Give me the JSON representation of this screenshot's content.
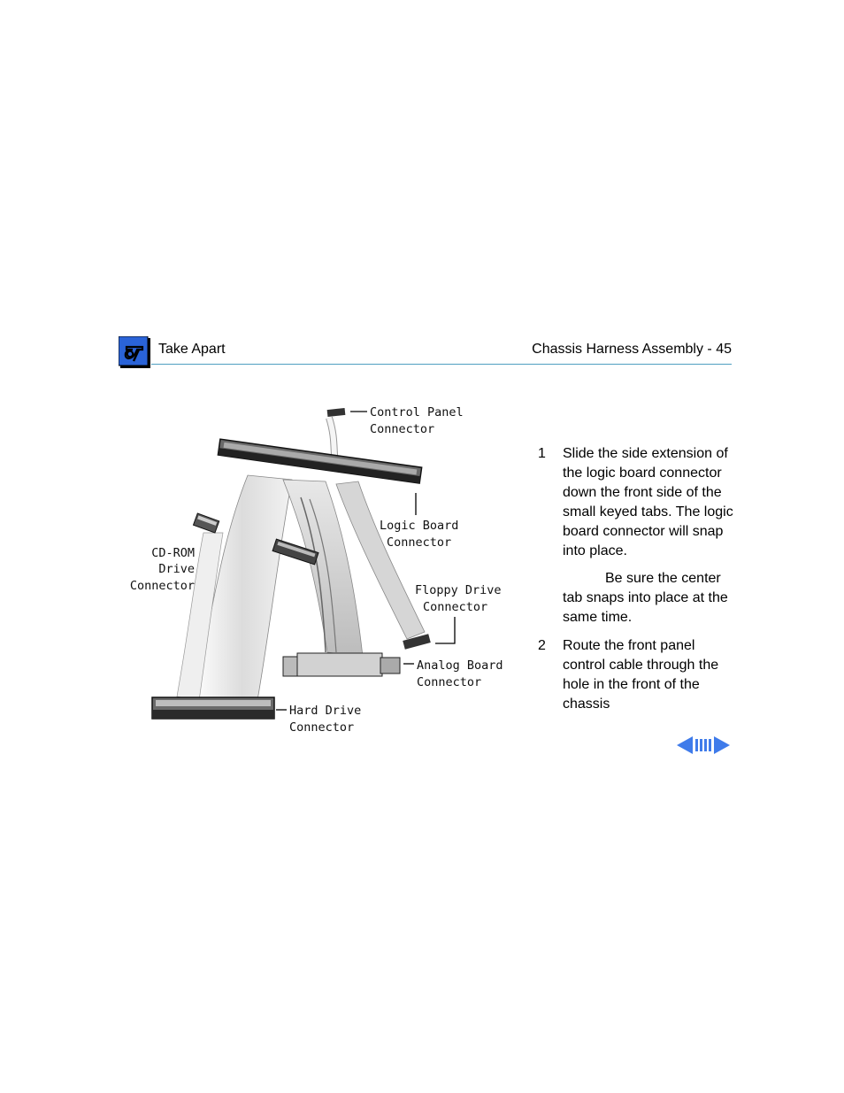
{
  "header": {
    "section": "Take Apart",
    "title": "Chassis Harness Assembly",
    "separator": " - ",
    "page_number": "45",
    "logo_icon": "toolbox-screwdriver-icon"
  },
  "figure": {
    "labels": {
      "control_panel": [
        "Control Panel",
        "Connector"
      ],
      "logic_board": [
        "Logic Board",
        "Connector"
      ],
      "cdrom": [
        "CD-ROM",
        "Drive",
        "Connector"
      ],
      "floppy": [
        "Floppy Drive",
        "Connector"
      ],
      "analog": [
        "Analog Board",
        "Connector"
      ],
      "hard_drive": [
        "Hard Drive",
        "Connector"
      ]
    }
  },
  "steps": [
    {
      "number": "1",
      "text": "Slide the side extension of the logic board connector down the front side of the small keyed tabs. The logic board connector will snap into place."
    },
    {
      "number": "2",
      "text": "Route the front panel control cable through the hole in the front of the chassis"
    }
  ],
  "note": {
    "text": "Be sure the center tab snaps into place at the same time."
  },
  "nav": {
    "prev_icon": "triangle-left-icon",
    "index_icon": "index-bars-icon",
    "next_icon": "triangle-right-icon"
  },
  "colors": {
    "rule": "#4f9ec0",
    "logo_blue": "#2a63d8",
    "nav_blue": "#3f7bea"
  }
}
